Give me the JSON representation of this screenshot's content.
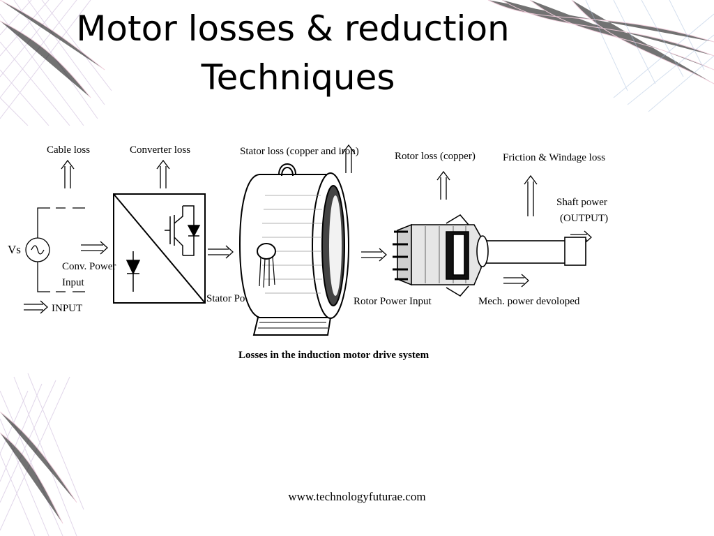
{
  "title": {
    "line1": "Motor losses & reduction",
    "line2": "Techniques"
  },
  "diagram": {
    "labels": {
      "cable_loss": "Cable loss",
      "converter_loss": "Converter loss",
      "stator_loss": "Stator loss (copper and iron)",
      "rotor_loss": "Rotor loss (copper)",
      "friction_loss": "Friction & Windage loss",
      "shaft_power_1": "Shaft power",
      "shaft_power_2": "(OUTPUT)",
      "vs": "Vs",
      "conv_power_1": "Conv. Power",
      "conv_power_2": "Input",
      "input": "INPUT",
      "stator_power_input": "Stator Power Input",
      "rotor_power_input": "Rotor Power Input",
      "mech_power": "Mech. power devoloped"
    },
    "caption": "Losses in the induction motor drive system"
  },
  "footer": {
    "url": "www.technologyfuturae.com"
  },
  "colors": {
    "mesh_pink": "#e8a6be",
    "mesh_blue": "#9fb6d8"
  }
}
